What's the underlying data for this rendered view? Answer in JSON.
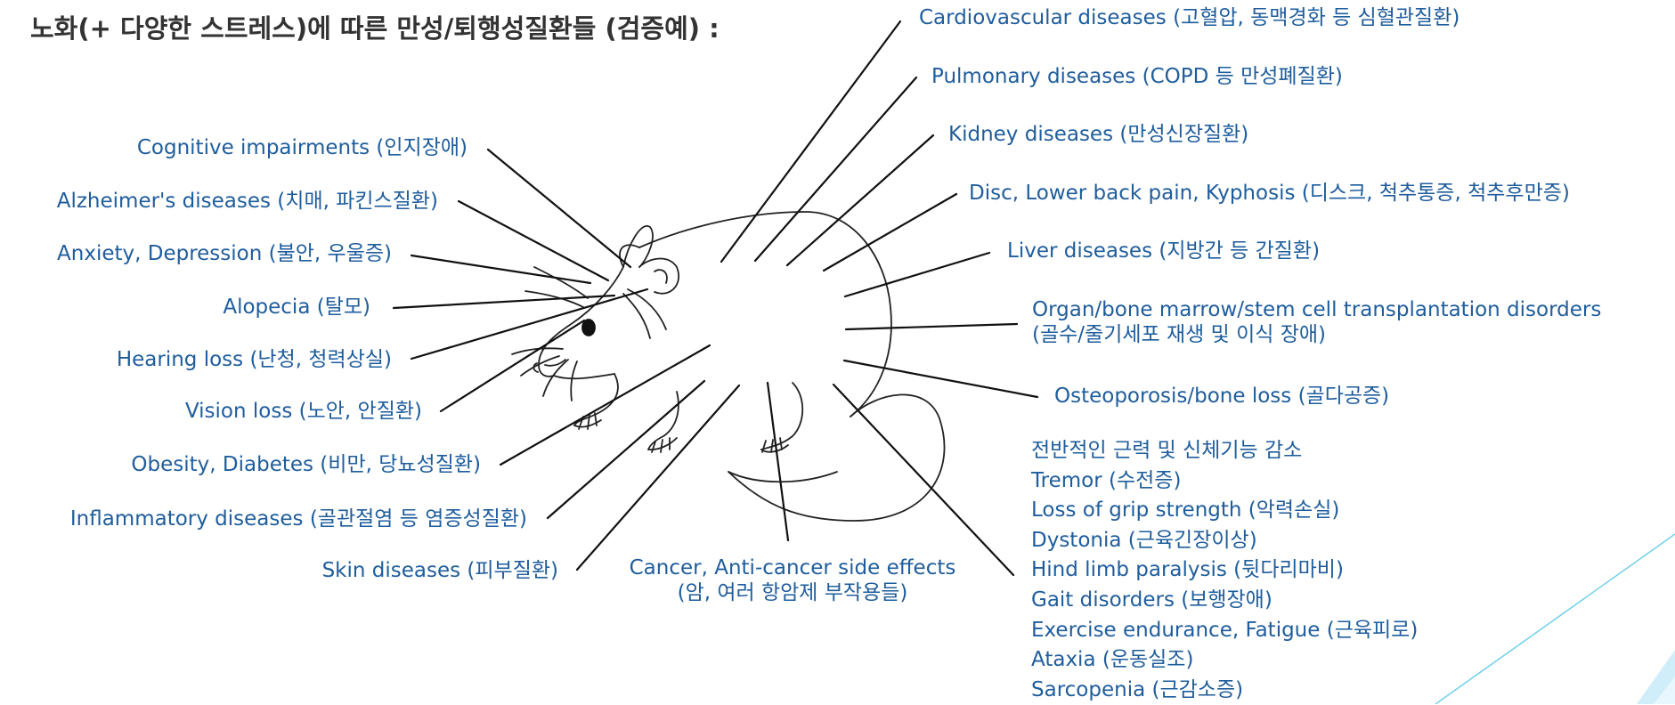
{
  "colors": {
    "label": "#1f5d9c",
    "title": "#333333",
    "line": "#111111",
    "accent": "#6fd0ea",
    "mouse": "#222222"
  },
  "title": "노화(+ 다양한 스트레스)에 따른 만성/퇴행성질환들 (검증예) :",
  "left_labels": {
    "cognitive": "Cognitive impairments (인지장애)",
    "alzheimers": "Alzheimer's diseases (치매, 파킨스질환)",
    "anxiety": "Anxiety, Depression (불안, 우울증)",
    "alopecia": "Alopecia (탈모)",
    "hearing": "Hearing loss (난청, 청력상실)",
    "vision": "Vision loss (노안, 안질환)",
    "obesity": "Obesity, Diabetes (비만, 당뇨성질환)",
    "inflammatory": "Inflammatory diseases (골관절염 등 염증성질환)",
    "skin": "Skin diseases (피부질환)"
  },
  "cancer": {
    "line1": "Cancer, Anti-cancer side effects",
    "line2": "(암, 여러 항암제 부작용들)"
  },
  "right_labels": {
    "cardio": "Cardiovascular diseases (고혈압, 동맥경화 등 심혈관질환)",
    "pulmonary": "Pulmonary diseases (COPD 등 만성폐질환)",
    "kidney": "Kidney diseases (만성신장질환)",
    "disc": "Disc, Lower back pain, Kyphosis (디스크, 척추통증, 척추후만증)",
    "liver": "Liver diseases (지방간 등 간질환)",
    "organ_line1": "Organ/bone marrow/stem cell transplantation disorders",
    "organ_line2": "(골수/줄기세포 재생 및 이식 장애)",
    "osteo": "Osteoporosis/bone loss (골다공증)"
  },
  "muscle_list": [
    "전반적인 근력 및 신체기능 감소",
    "Tremor (수전증)",
    "Loss of grip strength (악력손실)",
    "Dystonia (근육긴장이상)",
    "Hind limb paralysis (뒷다리마비)",
    "Gait disorders (보행장애)",
    "Exercise endurance, Fatigue (근육피로)",
    "Ataxia (운동실조)",
    "Sarcopenia (근감소증)"
  ]
}
